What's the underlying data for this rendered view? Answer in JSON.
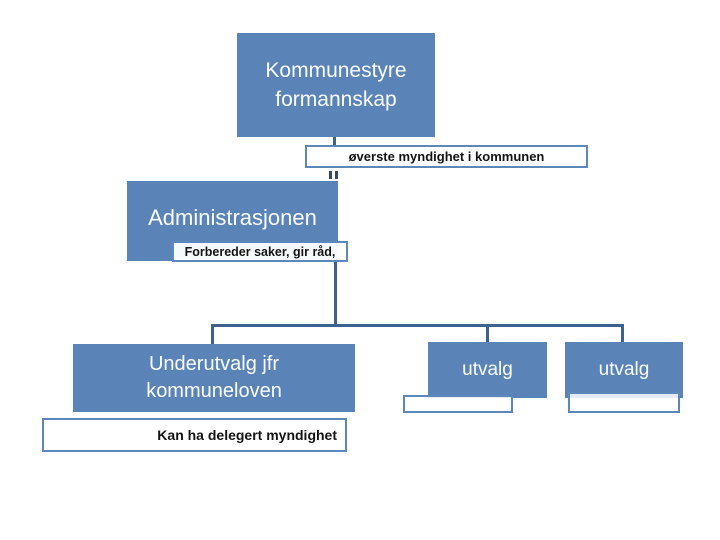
{
  "slide": {
    "type": "org-chart-slide",
    "background_color": "#ffffff",
    "colors": {
      "box_fill": "#5a84b8",
      "box_text": "#fbfcfe",
      "note_fill": "#ffffff",
      "note_border": "#5b87bb",
      "note_text": "#141414",
      "connector": "#3e6190"
    },
    "chart": {
      "kommunestyre": {
        "line1": "Kommunestyre",
        "line2": "formannskap"
      },
      "kommunestyre_note": "øverste myndighet i kommunen",
      "administrasjon": "Administrasjonen",
      "administrasjon_note": "Forbereder saker, gir råd,",
      "underutvalg": {
        "line1": "Underutvalg jfr",
        "line2": "kommuneloven"
      },
      "underutvalg_note": "Kan ha delegert myndighet",
      "utvalg_left": "utvalg",
      "utvalg_left_note": "",
      "utvalg_right": "utvalg",
      "utvalg_right_note": ""
    }
  }
}
